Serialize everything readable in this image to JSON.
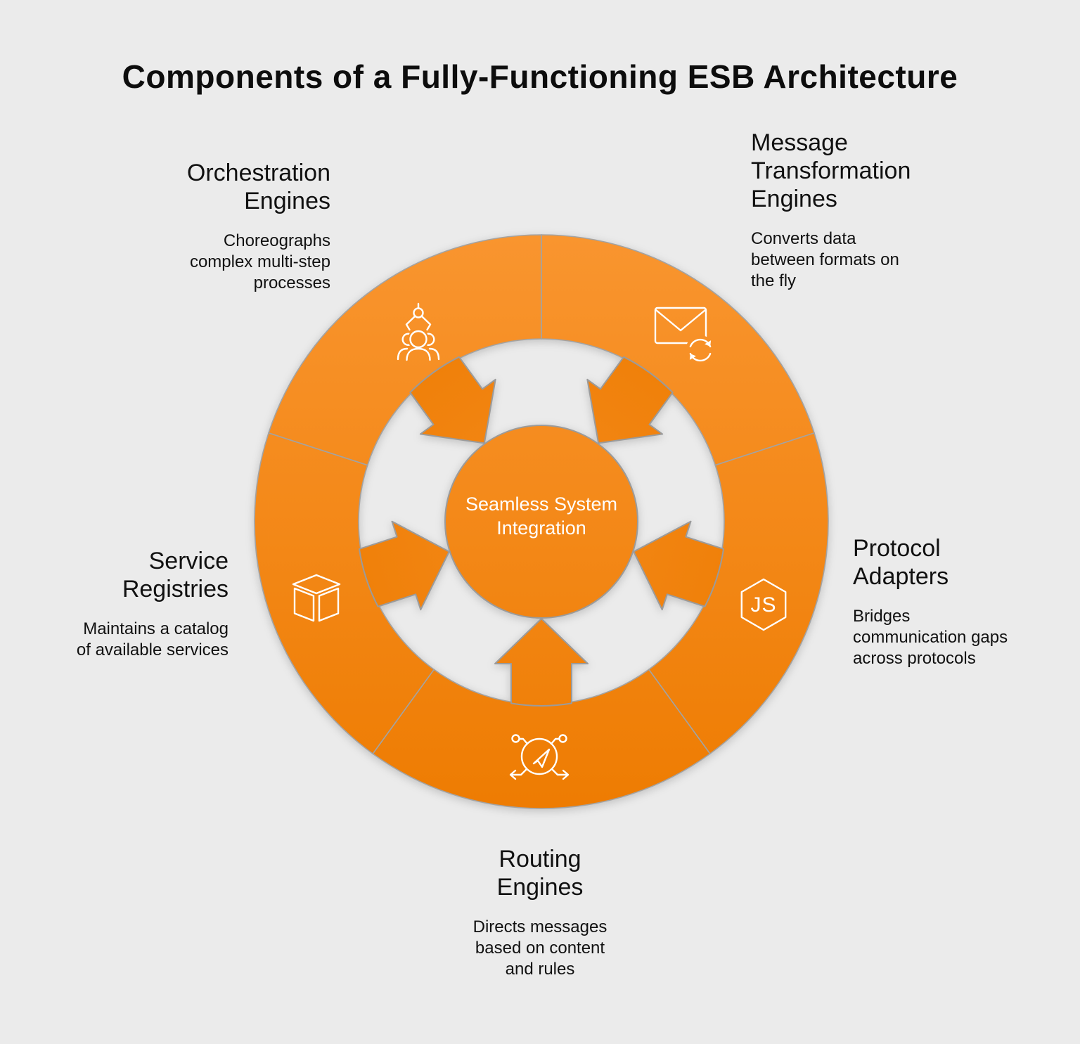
{
  "title": "Components of a Fully-Functioning ESB Architecture",
  "center": {
    "label": "Seamless System\nIntegration"
  },
  "colors": {
    "background": "#EBEBEB",
    "orange_top": "#F9952F",
    "orange_bottom": "#EE7C02",
    "outline_gray": "#A3A3A3",
    "icon_white": "#FFFFFF",
    "text": "#111111"
  },
  "segments": [
    {
      "id": "orchestration",
      "heading": "Orchestration\nEngines",
      "description": "Choreographs\ncomplex multi-step\nprocesses",
      "icon": "crane-over-team-icon"
    },
    {
      "id": "message-transformation",
      "heading": "Message\nTransformation\nEngines",
      "description": "Converts data\nbetween formats on\nthe fly",
      "icon": "envelope-sync-icon"
    },
    {
      "id": "protocol-adapters",
      "heading": "Protocol\nAdapters",
      "description": "Bridges\ncommunication gaps\nacross protocols",
      "icon": "js-hexagon-icon",
      "icon_text": "JS"
    },
    {
      "id": "routing-engines",
      "heading": "Routing\nEngines",
      "description": "Directs messages\nbased on content\nand rules",
      "icon": "send-routing-icon"
    },
    {
      "id": "service-registries",
      "heading": "Service\nRegistries",
      "description": "Maintains a catalog\nof available services",
      "icon": "cube-icon"
    }
  ]
}
